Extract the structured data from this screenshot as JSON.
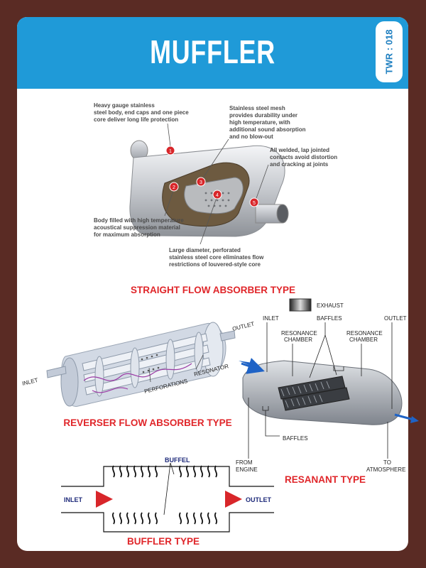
{
  "header": {
    "title": "MUFFLER",
    "badge": "TWR : 018"
  },
  "straight": {
    "heading": "STRAIGHT FLOW ABSORBER TYPE",
    "callouts": [
      {
        "num": "1",
        "lines": [
          "Heavy gauge stainless",
          "steel body, end caps and one piece",
          "core deliver long life protection"
        ]
      },
      {
        "num": "2",
        "lines": [
          "Body filled with high temperature",
          "acoustical suppression material",
          "for maximum absorption"
        ]
      },
      {
        "num": "3",
        "lines": [
          "Stainless steel mesh",
          "provides durability under",
          "high temperature, with",
          "additional sound absorption",
          "and no blow-out"
        ]
      },
      {
        "num": "4",
        "lines": [
          "Large diameter, perforated",
          "stainless steel core eliminates flow",
          "restrictions of louvered-style core"
        ]
      },
      {
        "num": "5",
        "lines": [
          "All welded, lap jointed",
          "contacts avoid distortion",
          "and cracking at joints"
        ]
      }
    ]
  },
  "reverser": {
    "heading": "REVERSER FLOW ABSORBER TYPE",
    "inlet": "INLET",
    "outlet": "OUTLET",
    "resonator": "RESONATOR",
    "perforations": "PERFORATIONS"
  },
  "resonant": {
    "heading": "RESANANT TYPE",
    "exhaust": "EXHAUST",
    "inlet": "INLET",
    "baffles_top": "BAFFLES",
    "outlet": "OUTLET",
    "resonance_chamber_1": [
      "RESONANCE",
      "CHAMBER"
    ],
    "resonance_chamber_2": [
      "RESONANCE",
      "CHAMBER"
    ],
    "baffles_bottom": "BAFFLES",
    "from_engine": [
      "FROM",
      "ENGINE"
    ],
    "to_atmosphere": [
      "TO",
      "ATMOSPHERE"
    ]
  },
  "buffler": {
    "heading": "BUFFLER TYPE",
    "inlet": "INLET",
    "outlet": "OUTLET",
    "buffel": "BUFFEL"
  },
  "colors": {
    "header_blue": "#1f9ad8",
    "frame_brown": "#5a2b24",
    "heading_red": "#e0262a",
    "callout_red": "#d8262a"
  }
}
